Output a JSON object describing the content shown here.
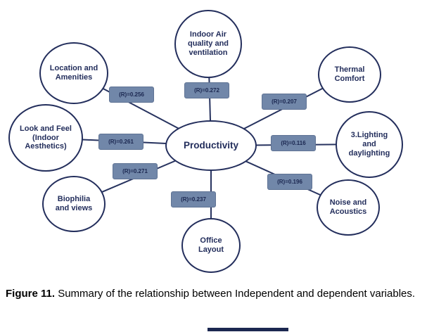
{
  "diagram": {
    "center": {
      "label": "Productivity"
    },
    "nodes": [
      {
        "label": "Indoor Air quality and ventilation",
        "r": "(R)=0.272"
      },
      {
        "label": "Location and Amenities",
        "r": "(R)=0.256"
      },
      {
        "label": "Thermal Comfort",
        "r": "(R)=0.207"
      },
      {
        "label": "Look and Feel (Indoor Aesthetics)",
        "r": "(R)=0.261"
      },
      {
        "label": "3.Lighting and daylighting",
        "r": "(R)=0.116"
      },
      {
        "label": "Biophilia and views",
        "r": "(R)=0.271"
      },
      {
        "label": "Noise and Acoustics",
        "r": "(R)=0.196"
      },
      {
        "label": "Office Layout",
        "r": "(R)=0.237"
      }
    ]
  },
  "caption": {
    "prefix": "Figure 11.",
    "text": " Summary of the relationship between Independent and dependent variables."
  },
  "colors": {
    "node_border": "#232e5c",
    "edge": "#27335f",
    "label_box": "#7187a9"
  }
}
